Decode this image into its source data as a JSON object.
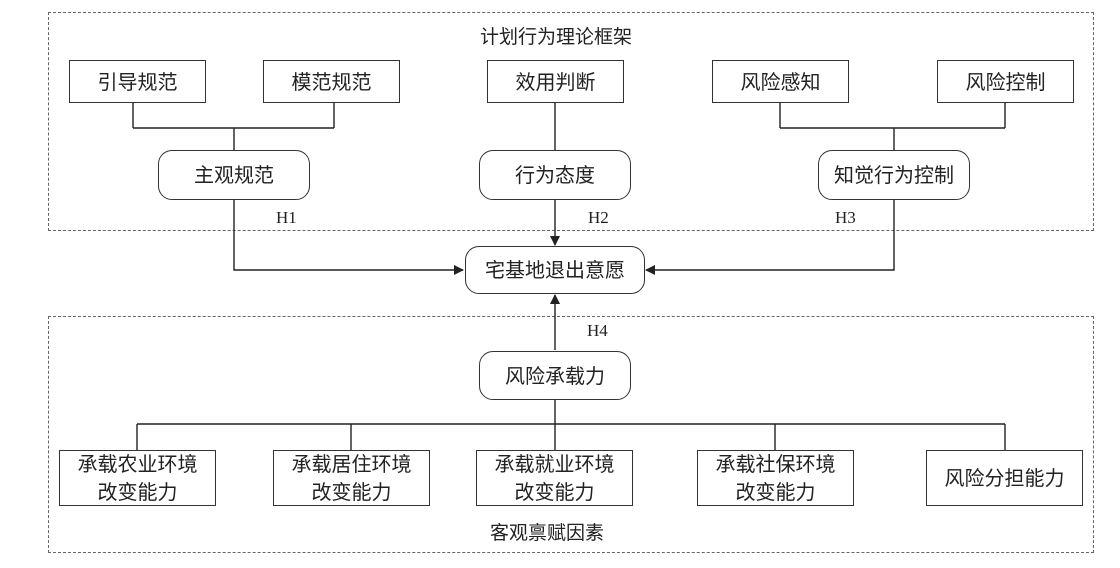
{
  "tpb_frame": {
    "title": "计划行为理论框架",
    "subjective_norm": {
      "label": "主观规范",
      "sources": [
        "引导规范",
        "模范规范"
      ]
    },
    "attitude": {
      "label": "行为态度",
      "sources": [
        "效用判断"
      ]
    },
    "perceived_control": {
      "label": "知觉行为控制",
      "sources": [
        "风险感知",
        "风险控制"
      ]
    }
  },
  "outcome": "宅基地退出意愿",
  "hypotheses": {
    "h1": "H1",
    "h2": "H2",
    "h3": "H3",
    "h4": "H4"
  },
  "objective_frame": {
    "title": "客观禀赋因素",
    "center": "风险承载力",
    "factors": [
      {
        "line1": "承载农业环境",
        "line2": "改变能力"
      },
      {
        "line1": "承载居住环境",
        "line2": "改变能力"
      },
      {
        "line1": "承载就业环境",
        "line2": "改变能力"
      },
      {
        "line1": "承载社保环境",
        "line2": "改变能力"
      },
      {
        "line1": "风险分担能力",
        "line2": ""
      }
    ]
  }
}
